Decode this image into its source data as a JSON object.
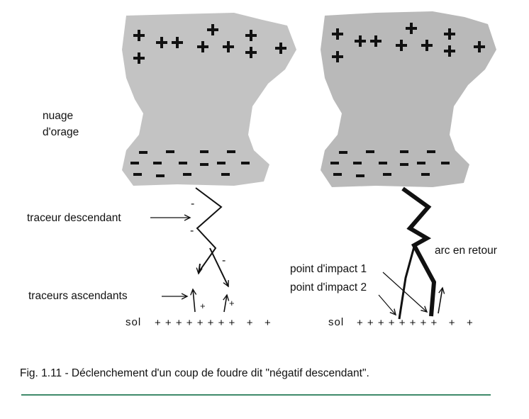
{
  "labels": {
    "cloud": [
      "nuage",
      "d'orage"
    ],
    "stepped_leader": "traceur descendant",
    "upward_leaders": "traceurs ascendants",
    "ground": "sol",
    "return_stroke": "arc en retour",
    "impact_1": "point d'impact 1",
    "impact_2": "point d'impact 2"
  },
  "charges": {
    "positive": "+",
    "negative": "-",
    "ground_row_left": "+ + + + + + + +   +   +",
    "ground_row_right": "+ + + + + + + +   +   +"
  },
  "caption": "Fig. 1.11 - Déclenchement d'un coup de foudre dit \"négatif descendant\".",
  "colors": {
    "cloud": "#c3c3c3",
    "cloud_right": "#b9b9b9",
    "ink": "#111111",
    "rule": "#3f8a6a"
  }
}
